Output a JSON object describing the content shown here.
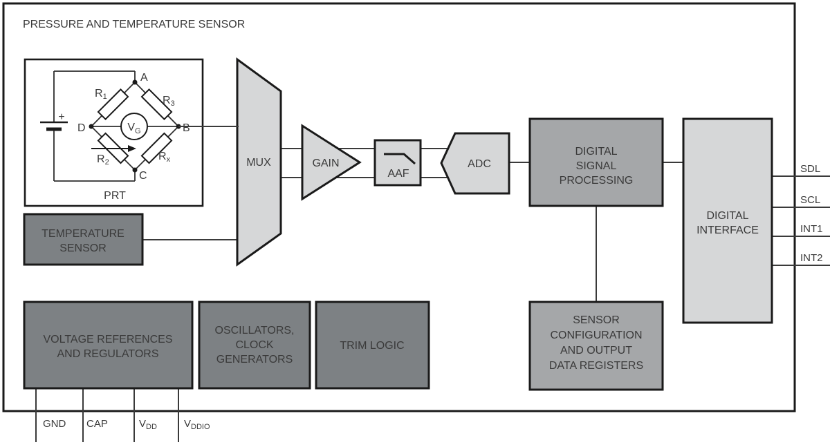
{
  "title": "PRESSURE AND TEMPERATURE SENSOR",
  "colors": {
    "box_dark": "#7D8184",
    "box_medium": "#A5A7A9",
    "box_light": "#D6D7D8",
    "white": "#FFFFFF",
    "outline": "#1A1A1A",
    "wire": "#3A3A3A"
  },
  "prt": {
    "label": "PRT",
    "battery_plus": "+",
    "nodes": {
      "a": "A",
      "b": "B",
      "c": "C",
      "d": "D"
    },
    "meter": {
      "main": "V",
      "sub": "G"
    },
    "resistors": {
      "r1": {
        "main": "R",
        "sub": "1"
      },
      "r2": {
        "main": "R",
        "sub": "2"
      },
      "r3": {
        "main": "R",
        "sub": "3"
      },
      "rx": {
        "main": "R",
        "sub": "x"
      }
    }
  },
  "blocks": {
    "temperature_sensor": {
      "line1": "TEMPERATURE",
      "line2": "SENSOR"
    },
    "mux": {
      "label": "MUX"
    },
    "gain": {
      "label": "GAIN"
    },
    "aaf": {
      "label": "AAF"
    },
    "adc": {
      "label": "ADC"
    },
    "dsp": {
      "line1": "DIGITAL",
      "line2": "SIGNAL",
      "line3": "PROCESSING"
    },
    "digital_interface": {
      "line1": "DIGITAL",
      "line2": "INTERFACE"
    },
    "sensor_config": {
      "line1": "SENSOR",
      "line2": "CONFIGURATION",
      "line3": "AND OUTPUT",
      "line4": "DATA REGISTERS"
    },
    "voltage_refs": {
      "line1": "VOLTAGE REFERENCES",
      "line2": "AND REGULATORS"
    },
    "oscillators": {
      "line1": "OSCILLATORS,",
      "line2": "CLOCK",
      "line3": "GENERATORS"
    },
    "trim_logic": {
      "label": "TRIM LOGIC"
    }
  },
  "pins": {
    "right": {
      "sdl": "SDL",
      "scl": "SCL",
      "int1": "INT1",
      "int2": "INT2"
    },
    "bottom": {
      "gnd": "GND",
      "cap": "CAP",
      "vdd": {
        "main": "V",
        "sub": "DD"
      },
      "vddio": {
        "main": "V",
        "sub": "DDIO"
      }
    }
  }
}
